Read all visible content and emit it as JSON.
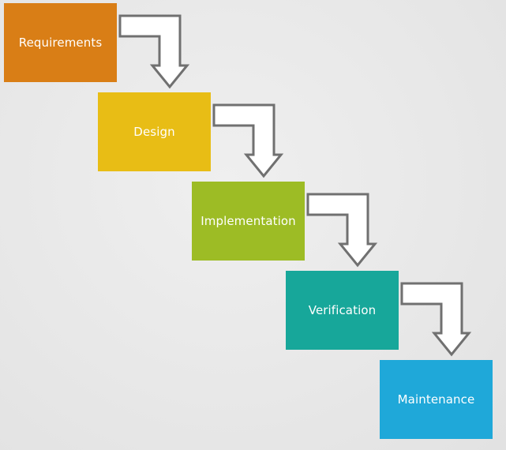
{
  "diagram": {
    "stages": [
      {
        "label": "Requirements",
        "color": "#d97e16"
      },
      {
        "label": "Design",
        "color": "#e8bd15"
      },
      {
        "label": "Implementation",
        "color": "#9dbc25"
      },
      {
        "label": "Verification",
        "color": "#17a79a"
      },
      {
        "label": "Maintenance",
        "color": "#1fa8d9"
      }
    ],
    "connector": {
      "icon": "elbow-down-arrow-icon",
      "stroke_color": "#707070",
      "fill_color": "#ffffff"
    },
    "background_color": "#e9e9e9"
  }
}
